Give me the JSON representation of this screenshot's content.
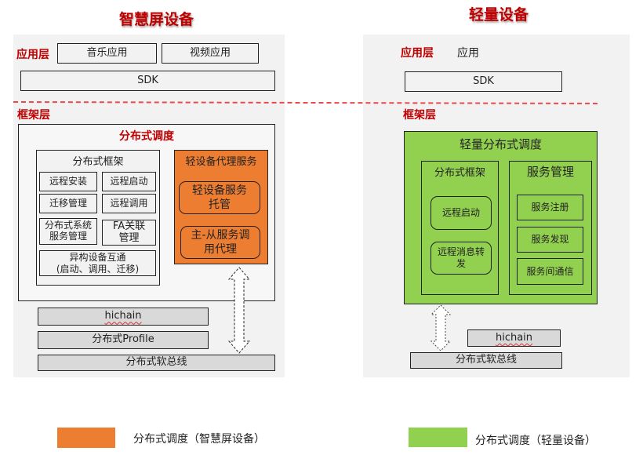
{
  "left": {
    "title": "智慧屏设备",
    "app_layer_label": "应用层",
    "apps": [
      "音乐应用",
      "视频应用"
    ],
    "sdk": "SDK",
    "framework_layer_label": "框架层",
    "scheduler": {
      "title": "分布式调度",
      "framework": {
        "title": "分布式框架",
        "items": [
          "远程安装",
          "远程启动",
          "迁移管理",
          "远程调用",
          "分布式系统\n服务管理",
          "FA关联\n管理"
        ],
        "wide_item_line1": "异构设备互通",
        "wide_item_line2": "(启动、调用、迁移)"
      },
      "proxy": {
        "title": "轻设备代理服务",
        "items": [
          "轻设备服务\n托管",
          "主-从服务调\n用代理"
        ]
      }
    },
    "bottom": [
      "hichain",
      "分布式Profile",
      "分布式软总线"
    ]
  },
  "right": {
    "title": "轻量设备",
    "app_layer_label": "应用层",
    "app": "应用",
    "sdk": "SDK",
    "framework_layer_label": "框架层",
    "scheduler": {
      "title": "轻量分布式调度",
      "framework": {
        "title": "分布式框架",
        "items": [
          "远程启动",
          "远程消息转\n发"
        ]
      },
      "service_mgmt": {
        "title": "服务管理",
        "items": [
          "服务注册",
          "服务发现",
          "服务间通信"
        ]
      }
    },
    "bottom": [
      "hichain",
      "分布式软总线"
    ]
  },
  "legend": [
    {
      "label": "分布式调度（智慧屏设备）",
      "color": "#ed7d31"
    },
    {
      "label": "分布式调度（轻量设备）",
      "color": "#92d050"
    }
  ],
  "colors": {
    "title_red": "#c00000",
    "orange": "#ed7d31",
    "green": "#92d050",
    "divider": "#e84a4a"
  }
}
